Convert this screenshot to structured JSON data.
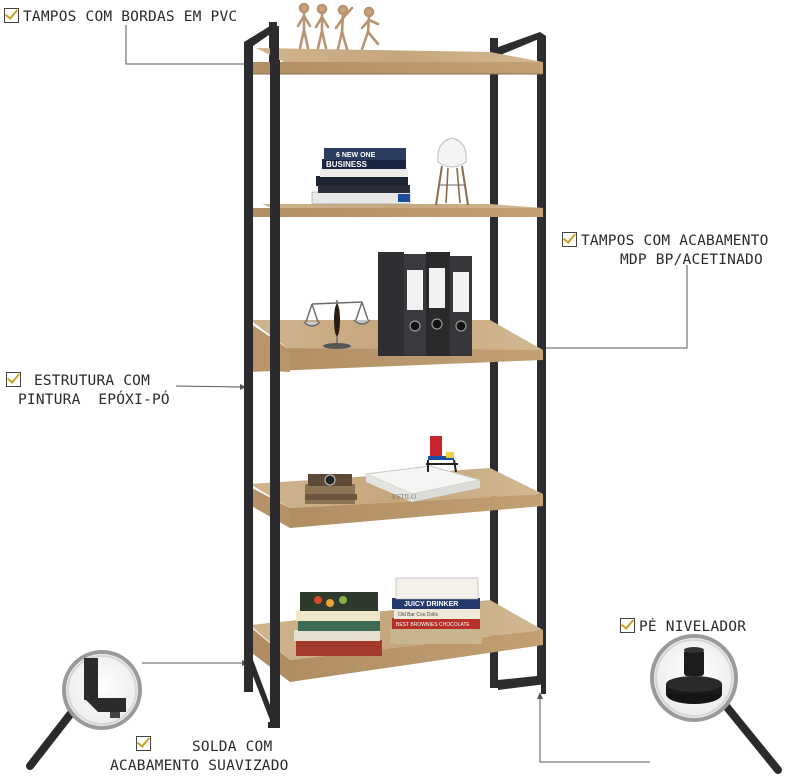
{
  "callouts": {
    "tampos_bordas": "TAMPOS COM BORDAS EM PVC",
    "tampos_acabamento_line1": "TAMPOS COM ACABAMENTO",
    "tampos_acabamento_line2": "MDP BP/ACETINADO",
    "estrutura_line1": "ESTRUTURA COM",
    "estrutura_line2": "PINTURA  EPÓXI-PÓ",
    "pe_nivelador": "PÉ NIVELADOR",
    "solda_line1": "SOLDA COM",
    "solda_line2": "ACABAMENTO SUAVIZADO"
  },
  "props": {
    "book_top_1": "6 NEW ONE",
    "book_top_2": "BUSINESS",
    "book_mid": "ESTILO",
    "book_bottom_1": "JUICY DRINKER",
    "book_bottom_2": "Old Bar Coo Dolls",
    "book_bottom_3": "BEST BROWNIES CHOCOLATE"
  },
  "colors": {
    "frame": "#2b2b2e",
    "wood_top": "#c9ab84",
    "wood_front": "#b39067",
    "check": "#c9a227",
    "leader": "#555555"
  }
}
